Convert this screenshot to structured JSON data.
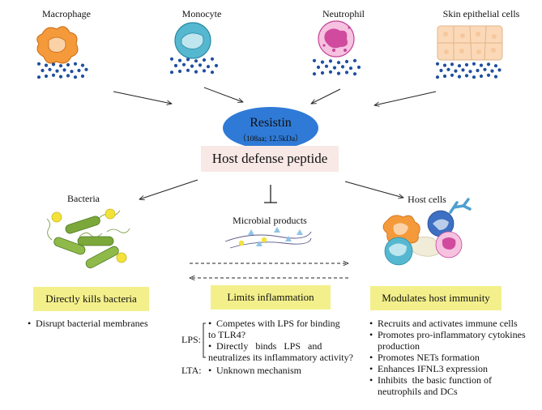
{
  "sources": {
    "macrophage": "Macrophage",
    "monocyte": "Monocyte",
    "neutrophil": "Neutrophil",
    "skin": "Skin epithelial cells"
  },
  "center": {
    "resistin": "Resistin",
    "size": "（108aa; 12.5kDa）",
    "host_defense": "Host defense peptide"
  },
  "targets": {
    "bacteria": "Bacteria",
    "microbial": "Microbial products",
    "host_cells": "Host cells"
  },
  "functions": {
    "kills": "Directly kills bacteria",
    "inflammation": "Limits inflammation",
    "immunity": "Modulates host immunity"
  },
  "bacteria_items": [
    "Disrupt bacterial membranes"
  ],
  "inflammation": {
    "lps_label": "LPS:",
    "lps_items": [
      "Competes with LPS  for binding",
      "to TLR4?",
      "Directly   binds   LPS   and",
      "neutralizes its inflammatory activity?"
    ],
    "lta_label": "LTA:",
    "lta_items": [
      "Unknown mechanism"
    ]
  },
  "immunity_items": [
    "Recruits and activates immune cells",
    "Promotes pro-inflammatory cytokines",
    "production",
    "Promotes NETs formation",
    "Enhances IFNL3 expression",
    "Inhibits  the basic function of",
    "neutrophils and DCs"
  ],
  "bullet": "•",
  "colors": {
    "resistin_ellipse": "#2f7ad6",
    "peptide_box": "#f8e9e6",
    "function_box": "#f3f08c",
    "macrophage": "#f59a3a",
    "monocyte": "#56b8d0",
    "neutrophil": "#e078b8",
    "skin": "#fbd9b8",
    "bacteria": "#7ca83b",
    "dots": "#1f4fa0",
    "yellow": "#f2e23a"
  }
}
